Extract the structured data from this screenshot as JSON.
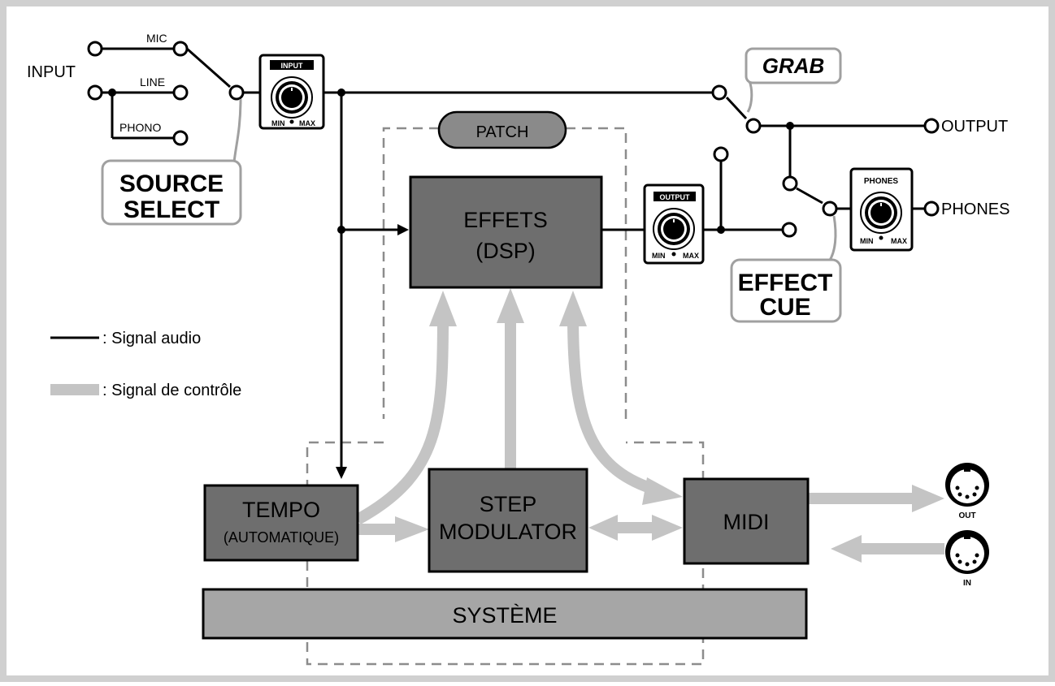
{
  "labels": {
    "input": "INPUT",
    "mic": "MIC",
    "line": "LINE",
    "phono": "PHONO",
    "source_select_1": "SOURCE",
    "source_select_2": "SELECT",
    "grab": "GRAB",
    "output": "OUTPUT",
    "phones": "PHONES",
    "effect_cue_1": "EFFECT",
    "effect_cue_2": "CUE",
    "patch": "PATCH"
  },
  "knobs": {
    "input": {
      "title": "INPUT",
      "min": "MIN",
      "max": "MAX"
    },
    "output": {
      "title": "OUTPUT",
      "min": "MIN",
      "max": "MAX"
    },
    "phones": {
      "title": "PHONES",
      "min": "MIN",
      "max": "MAX"
    }
  },
  "blocks": {
    "effets_1": "EFFETS",
    "effets_2": "(DSP)",
    "tempo_1": "TEMPO",
    "tempo_2": "(AUTOMATIQUE)",
    "step_1": "STEP",
    "step_2": "MODULATOR",
    "midi": "MIDI",
    "systeme": "SYSTÈME"
  },
  "midi_ports": {
    "out": "OUT",
    "in": "IN"
  },
  "legend": {
    "audio": ": Signal audio",
    "control": ": Signal de contrôle"
  },
  "colors": {
    "block_fill": "#6e6e6e",
    "system_fill": "#a6a6a6",
    "control_signal": "#c4c4c4",
    "frame": "#d0d0d0"
  }
}
